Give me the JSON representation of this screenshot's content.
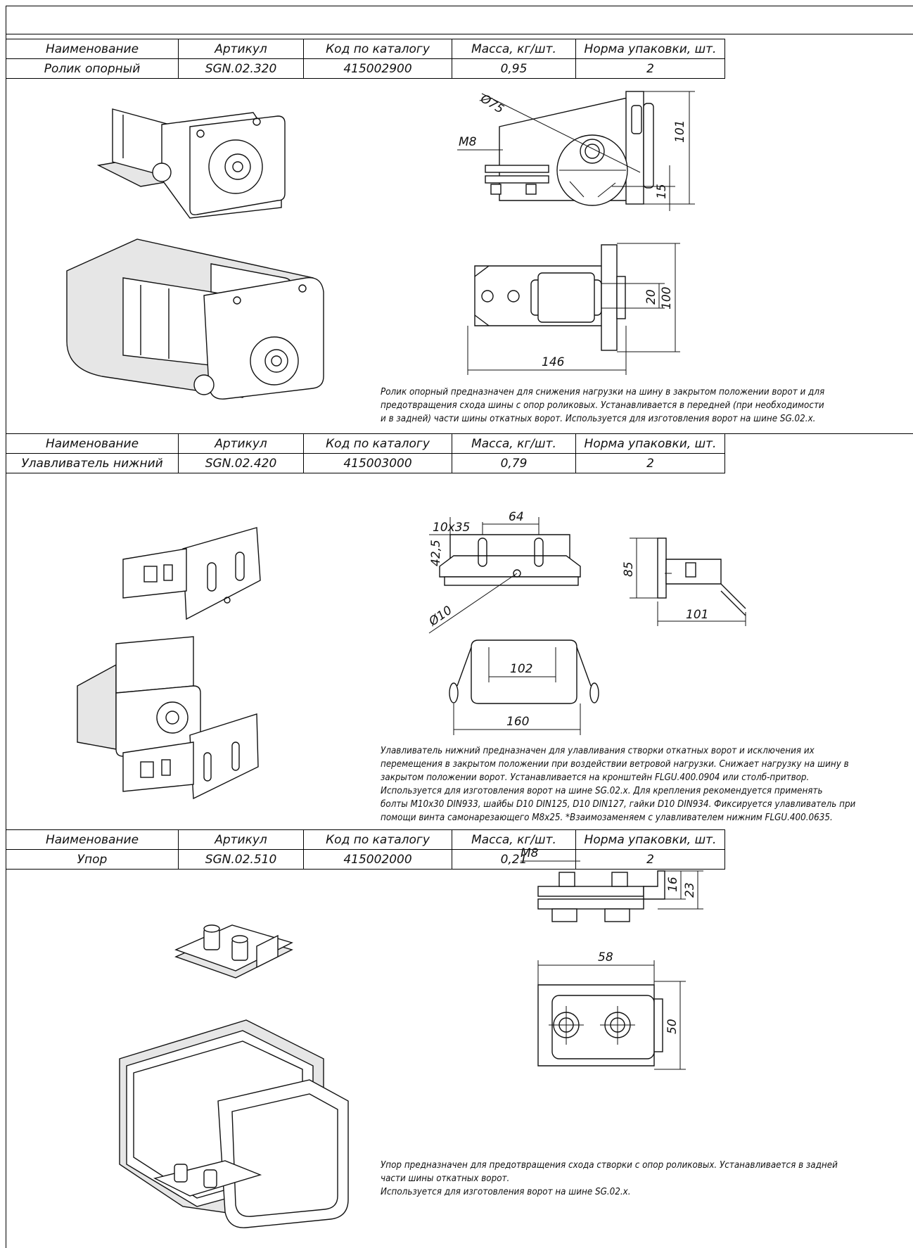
{
  "columns": [
    "Наименование",
    "Артикул",
    "Код по каталогу",
    "Масса, кг/шт.",
    "Норма упаковки, шт."
  ],
  "products": [
    {
      "name": "Ролик опорный",
      "article": "SGN.02.320",
      "code": "415002900",
      "mass": "0,95",
      "pack": "2",
      "dims": {
        "diameter": "Ø75",
        "thread": "M8",
        "height": "101",
        "h2": "15",
        "width": "100",
        "w2": "20",
        "length": "146"
      },
      "description": [
        "Ролик опорный предназначен для снижения нагрузки на шину в закрытом положении ворот и для",
        "предотвращения схода шины с опор роликовых. Устанавливается в передней (при необходимости",
        "и в задней) части шины откатных ворот. Используется для изготовления ворот на шине SG.02.x."
      ]
    },
    {
      "name": "Улавливатель нижний",
      "article": "SGN.02.420",
      "code": "415003000",
      "mass": "0,79",
      "pack": "2",
      "dims": {
        "top": "64",
        "slot": "10x35",
        "h": "42,5",
        "hole": "Ø10",
        "h2": "85",
        "w2": "101",
        "w3": "102",
        "w4": "160"
      },
      "description": [
        "Улавливатель нижний предназначен для улавливания створки откатных ворот и исключения их",
        "перемещения в закрытом положении при воздействии ветровой нагрузки. Снижает нагрузку на шину в",
        "закрытом положении ворот. Устанавливается на кронштейн FLGU.400.0904 или столб-притвор.",
        "Используется для изготовления ворот на шине SG.02.x. Для крепления рекомендуется применять",
        "болты M10x30 DIN933, шайбы D10 DIN125, D10 DIN127, гайки D10 DIN934. Фиксируется улавливатель при",
        "помощи винта самонарезающего M8x25. *Взаимозаменяем с улавливателем нижним FLGU.400.0635."
      ]
    },
    {
      "name": "Упор",
      "article": "SGN.02.510",
      "code": "415002000",
      "mass": "0,21",
      "pack": "2",
      "dims": {
        "thread": "M8",
        "h1": "16",
        "h2": "23",
        "w": "58",
        "h3": "50"
      },
      "description": [
        "Упор предназначен для предотвращения схода створки с опор роликовых. Устанавливается в задней",
        "части шины откатных ворот.",
        "Используется для изготовления ворот на шине SG.02.x."
      ]
    }
  ]
}
